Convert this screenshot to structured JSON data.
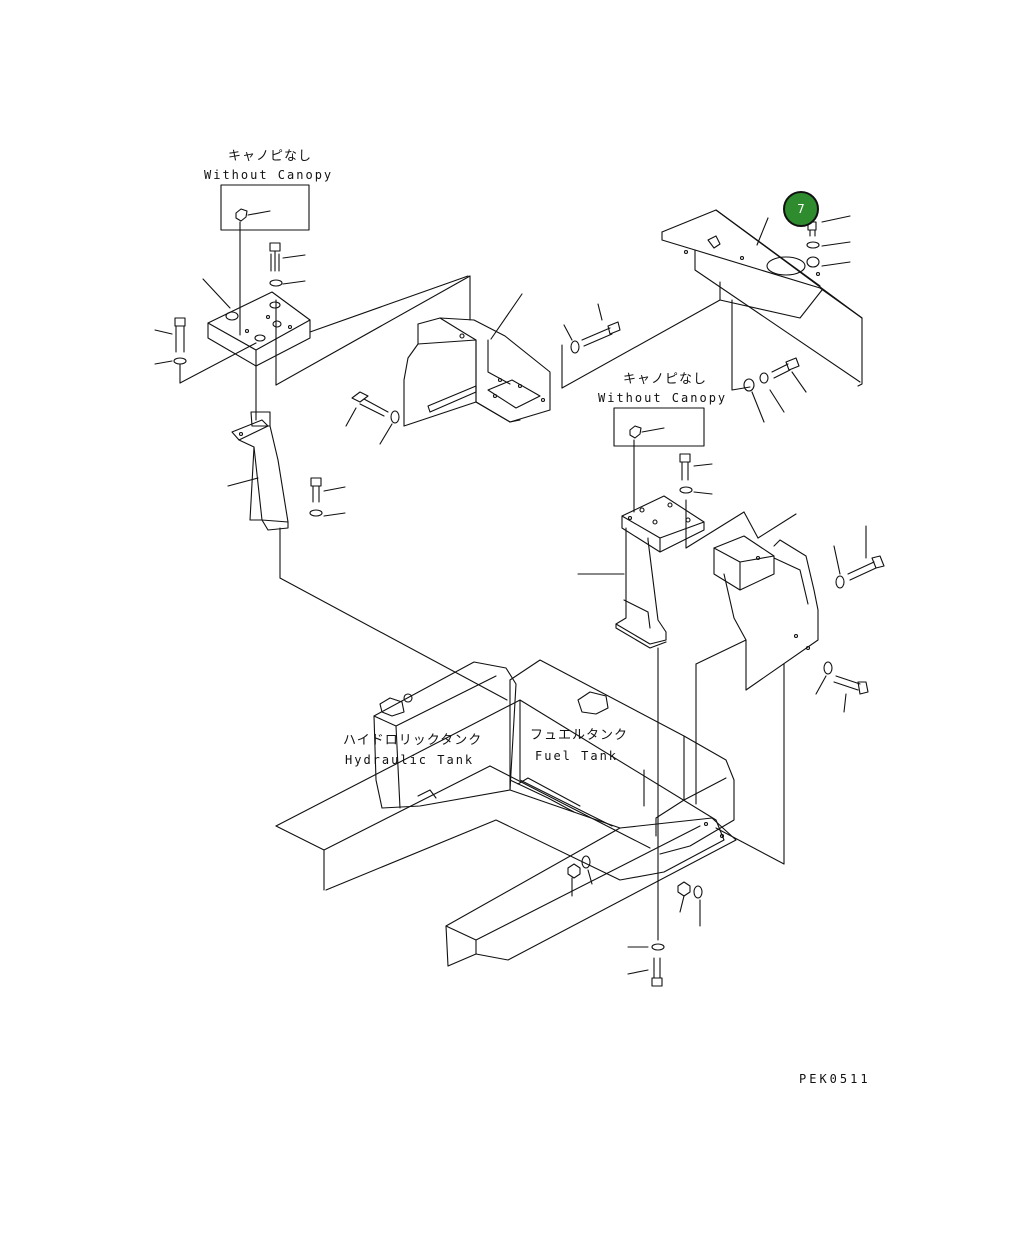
{
  "labels": {
    "no_canopy_1_jp": "キャノピなし",
    "no_canopy_1_en": "Without Canopy",
    "no_canopy_2_jp": "キャノピなし",
    "no_canopy_2_en": "Without Canopy",
    "hydraulic_jp": "ハイドロリックタンク",
    "hydraulic_en": "Hydraulic Tank",
    "fuel_jp": "フュエルタンク",
    "fuel_en": "Fuel Tank",
    "drawing_code": "PEK0511"
  },
  "callout": {
    "number": "7",
    "color": "#2e8b2e"
  }
}
